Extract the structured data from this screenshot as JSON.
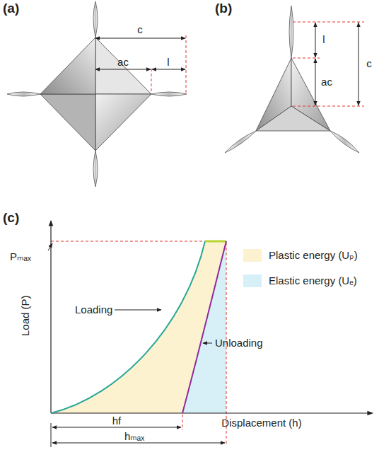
{
  "diagram": {
    "labels": [
      "(a)",
      "c",
      "ac",
      "l",
      "(b)",
      "l",
      "ac",
      "c",
      "(c)",
      "Pₘₐₓ",
      "Load (P)",
      "Loading",
      "Unloading",
      "Displacement (h)",
      "hf",
      "hₘₐₓ"
    ],
    "legend": [
      {
        "text": "Plastic energy (Uₚ)",
        "color": "#fdf2d0"
      },
      {
        "text": "Elastic energy (Uₑ)",
        "color": "#d7f0f8"
      }
    ]
  }
}
